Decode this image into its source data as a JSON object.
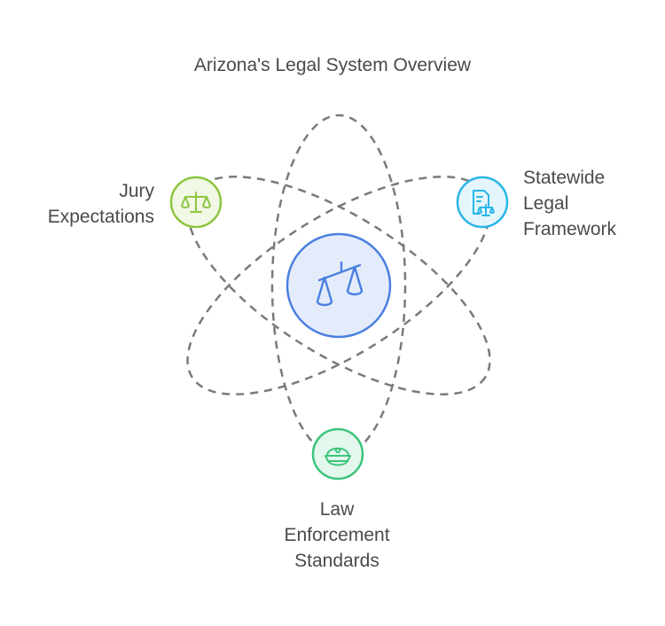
{
  "title": "Arizona's Legal System Overview",
  "center": {
    "icon": "scales-of-justice-icon",
    "color": "#4a7fe0",
    "fill": "#e4ecfb"
  },
  "nodes": [
    {
      "key": "jury",
      "lines": [
        "Jury",
        "Expectations"
      ],
      "icon": "balance-scale-icon",
      "color": "#8cc63f",
      "fill": "#f1f8e6"
    },
    {
      "key": "state",
      "lines": [
        "Statewide",
        "Legal",
        "Framework"
      ],
      "icon": "legal-document-icon",
      "color": "#29b6e8",
      "fill": "#e4f6fc"
    },
    {
      "key": "law",
      "lines": [
        "Law",
        "Enforcement",
        "Standards"
      ],
      "icon": "police-cap-icon",
      "color": "#3cc47c",
      "fill": "#e3f7ec"
    }
  ]
}
